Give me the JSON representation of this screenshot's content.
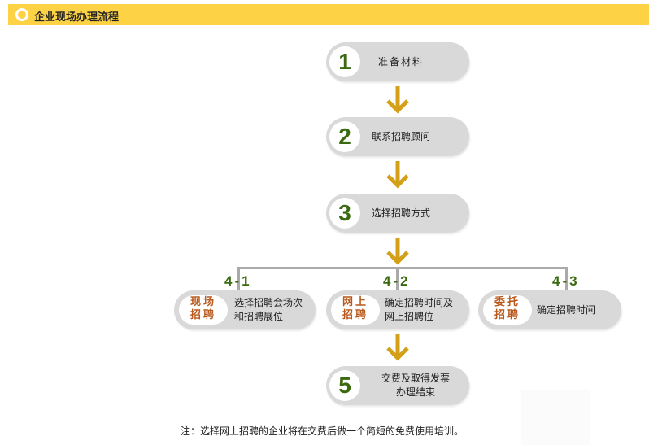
{
  "header": {
    "title": "企业现场办理流程"
  },
  "steps": [
    {
      "num": "1",
      "label": "准备材料"
    },
    {
      "num": "2",
      "label": "联系招聘顾问"
    },
    {
      "num": "3",
      "label": "选择招聘方式"
    },
    {
      "num": "5",
      "label_line1": "交费及取得发票",
      "label_line2": "办理结束"
    }
  ],
  "branches": [
    {
      "id": "4-1",
      "tag_line1": "现场",
      "tag_line2": "招聘",
      "label_line1": "选择招聘会场次",
      "label_line2": "和招聘展位"
    },
    {
      "id": "4-2",
      "tag_line1": "网上",
      "tag_line2": "招聘",
      "label_line1": "确定招聘时间及",
      "label_line2": "网上招聘位"
    },
    {
      "id": "4-3",
      "tag_line1": "委托",
      "tag_line2": "招聘",
      "label_line1": "确定招聘时间",
      "label_line2": ""
    }
  ],
  "note": "注：选择网上招聘的企业将在交费后做一个简短的免费使用培训。",
  "colors": {
    "header": "#fdd245",
    "arrow": "#d4a017",
    "number": "#3a6a10",
    "tag": "#b8581a",
    "pill": "#d9d9d9"
  }
}
